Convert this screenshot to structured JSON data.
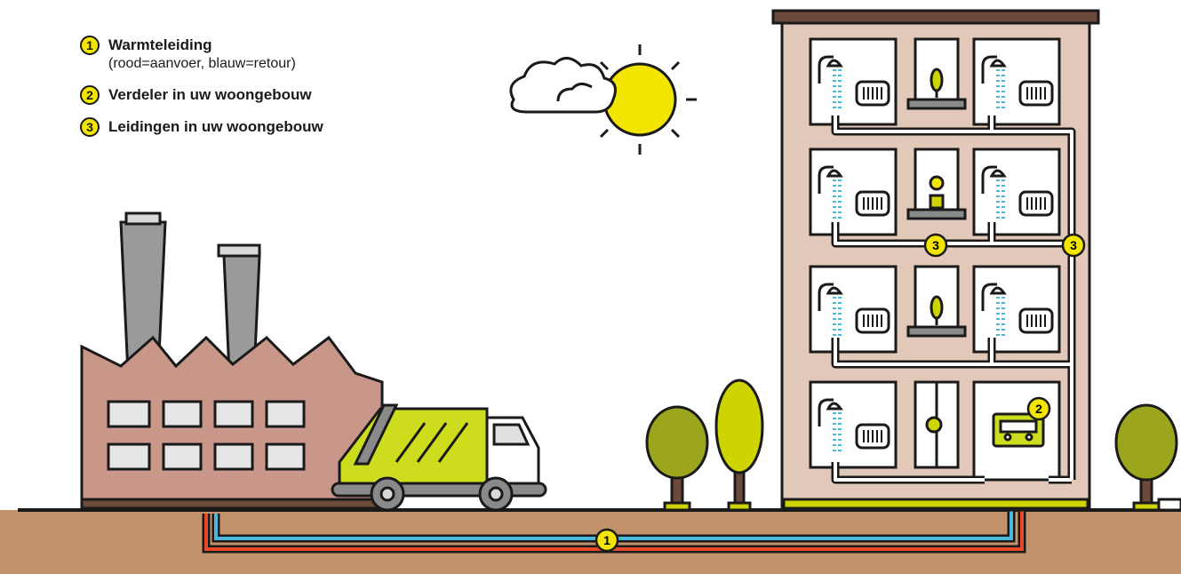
{
  "legend": [
    {
      "number": "1",
      "title": "Warmteleiding",
      "subtitle": "(rood=aanvoer, blauw=retour)"
    },
    {
      "number": "2",
      "title": "Verdeler in uw woongebouw",
      "subtitle": ""
    },
    {
      "number": "3",
      "title": "Leidingen in uw woongebouw",
      "subtitle": ""
    }
  ],
  "markers": {
    "pipe": "1",
    "distributor": "2",
    "building_pipes_a": "3",
    "building_pipes_b": "3"
  },
  "colors": {
    "supply_pipe": "#e5492a",
    "return_pipe": "#4ab8d8",
    "badge": "#f2e600",
    "ground": "#c1926b",
    "building": "#e2c8b8",
    "factory": "#c9968a",
    "truck": "#cddc1d",
    "tree_dark": "#9ba61c",
    "tree_light": "#cdd400"
  }
}
